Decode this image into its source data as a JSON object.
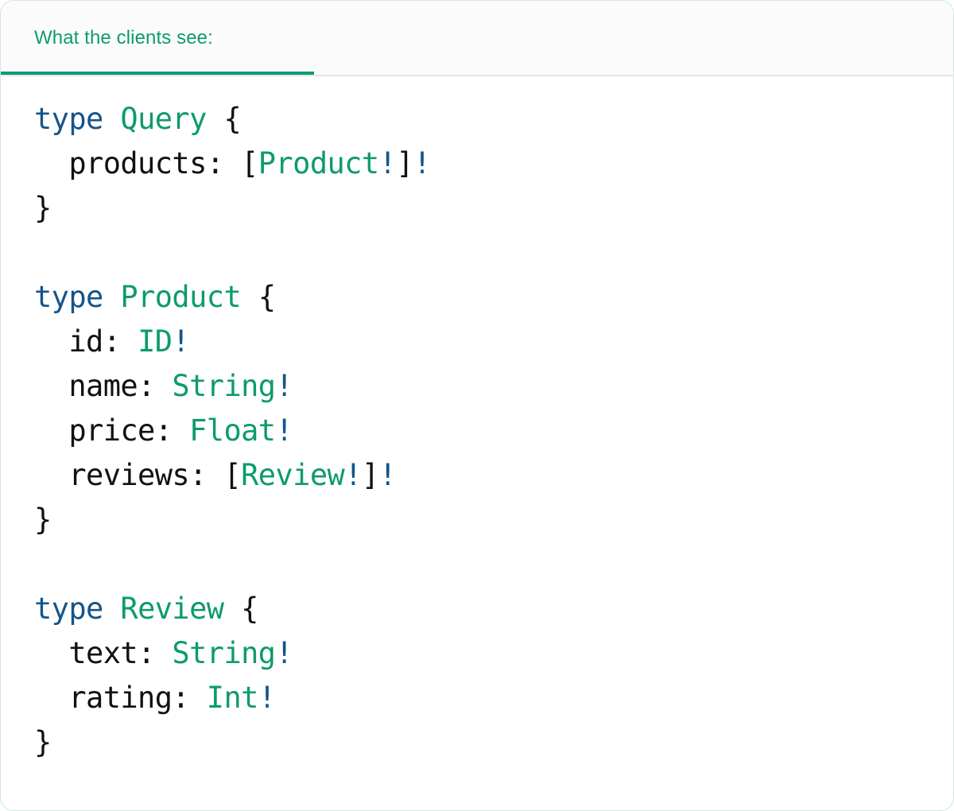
{
  "card": {
    "border_color": "#cfe8dc",
    "background": "#ffffff"
  },
  "header": {
    "tab_label": "What the clients see:",
    "accent_color": "#0d9b6c",
    "underline_color": "#0d9b77",
    "background": "#fbfbfb",
    "divider_color": "#e4e4e4"
  },
  "colors": {
    "keyword": "#14558a",
    "type_name": "#0d9b6c",
    "punctuation": "#111111",
    "field_name": "#111111",
    "non_null_bang": "#14558a"
  },
  "code": {
    "language": "graphql",
    "lines": [
      {
        "tokens": [
          {
            "t": "type",
            "c": "kw"
          },
          {
            "t": " ",
            "c": "punc"
          },
          {
            "t": "Query",
            "c": "type"
          },
          {
            "t": " {",
            "c": "punc"
          }
        ]
      },
      {
        "tokens": [
          {
            "t": "  products",
            "c": "name"
          },
          {
            "t": ": [",
            "c": "punc"
          },
          {
            "t": "Product",
            "c": "type"
          },
          {
            "t": "!",
            "c": "bang"
          },
          {
            "t": "]",
            "c": "punc"
          },
          {
            "t": "!",
            "c": "bang"
          }
        ]
      },
      {
        "tokens": [
          {
            "t": "}",
            "c": "punc"
          }
        ]
      },
      {
        "tokens": []
      },
      {
        "tokens": [
          {
            "t": "type",
            "c": "kw"
          },
          {
            "t": " ",
            "c": "punc"
          },
          {
            "t": "Product",
            "c": "type"
          },
          {
            "t": " {",
            "c": "punc"
          }
        ]
      },
      {
        "tokens": [
          {
            "t": "  id",
            "c": "name"
          },
          {
            "t": ": ",
            "c": "punc"
          },
          {
            "t": "ID",
            "c": "type"
          },
          {
            "t": "!",
            "c": "bang"
          }
        ]
      },
      {
        "tokens": [
          {
            "t": "  name",
            "c": "name"
          },
          {
            "t": ": ",
            "c": "punc"
          },
          {
            "t": "String",
            "c": "type"
          },
          {
            "t": "!",
            "c": "bang"
          }
        ]
      },
      {
        "tokens": [
          {
            "t": "  price",
            "c": "name"
          },
          {
            "t": ": ",
            "c": "punc"
          },
          {
            "t": "Float",
            "c": "type"
          },
          {
            "t": "!",
            "c": "bang"
          }
        ]
      },
      {
        "tokens": [
          {
            "t": "  reviews",
            "c": "name"
          },
          {
            "t": ": [",
            "c": "punc"
          },
          {
            "t": "Review",
            "c": "type"
          },
          {
            "t": "!",
            "c": "bang"
          },
          {
            "t": "]",
            "c": "punc"
          },
          {
            "t": "!",
            "c": "bang"
          }
        ]
      },
      {
        "tokens": [
          {
            "t": "}",
            "c": "punc"
          }
        ]
      },
      {
        "tokens": []
      },
      {
        "tokens": [
          {
            "t": "type",
            "c": "kw"
          },
          {
            "t": " ",
            "c": "punc"
          },
          {
            "t": "Review",
            "c": "type"
          },
          {
            "t": " {",
            "c": "punc"
          }
        ]
      },
      {
        "tokens": [
          {
            "t": "  text",
            "c": "name"
          },
          {
            "t": ": ",
            "c": "punc"
          },
          {
            "t": "String",
            "c": "type"
          },
          {
            "t": "!",
            "c": "bang"
          }
        ]
      },
      {
        "tokens": [
          {
            "t": "  rating",
            "c": "name"
          },
          {
            "t": ": ",
            "c": "punc"
          },
          {
            "t": "Int",
            "c": "type"
          },
          {
            "t": "!",
            "c": "bang"
          }
        ]
      },
      {
        "tokens": [
          {
            "t": "}",
            "c": "punc"
          }
        ]
      }
    ],
    "plain_text": "type Query {\n  products: [Product!]!\n}\n\ntype Product {\n  id: ID!\n  name: String!\n  price: Float!\n  reviews: [Review!]!\n}\n\ntype Review {\n  text: String!\n  rating: Int!\n}"
  }
}
